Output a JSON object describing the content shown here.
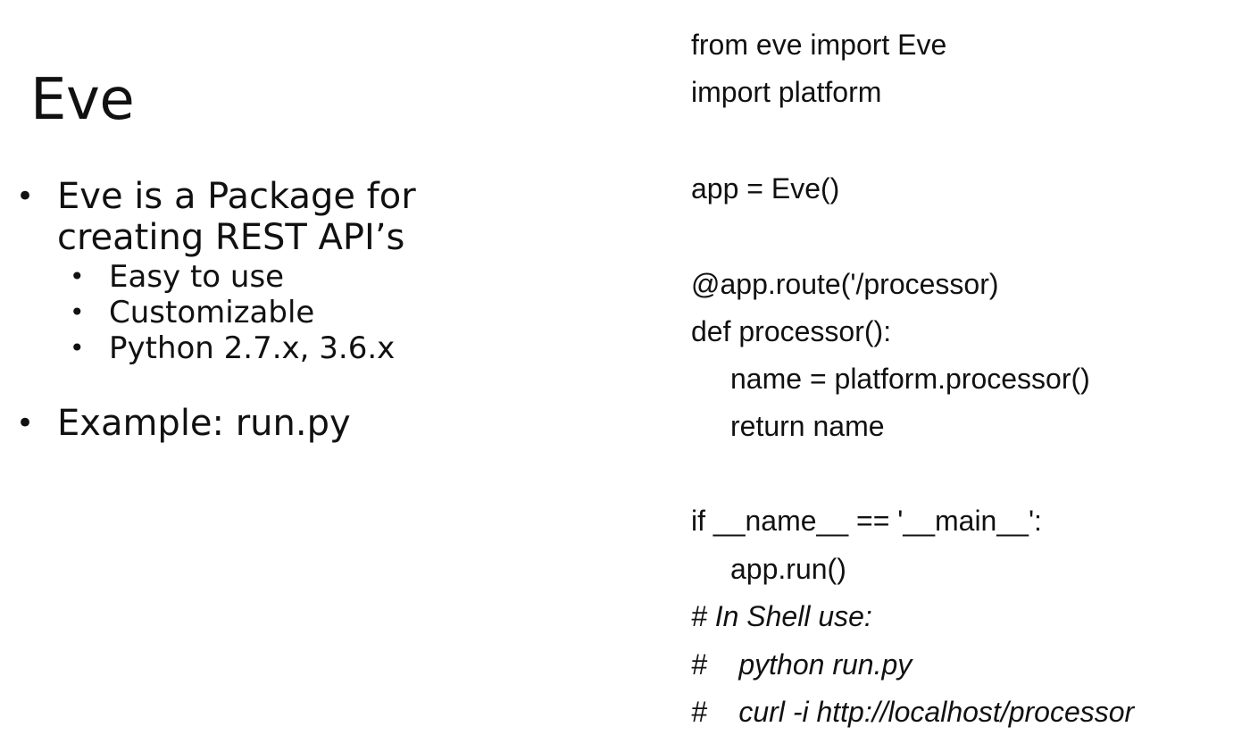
{
  "slide": {
    "title": "Eve",
    "bullets": [
      {
        "text": "Eve is a Package for"
      },
      {
        "text": "creating REST API’s"
      }
    ],
    "sub_bullets": [
      {
        "text": "Easy to use"
      },
      {
        "text": "Customizable"
      },
      {
        "text": "Python 2.7.x, 3.6.x"
      }
    ],
    "example": "Example: run.py"
  },
  "code": {
    "lines": [
      "from eve import Eve",
      "import platform",
      "app = Eve()",
      "@app.route('/processor)",
      "def processor():",
      "name = platform.processor()",
      "return name",
      "if __name__ == '__main__':",
      "app.run()",
      "# In Shell use:",
      "#    python run.py",
      "#    curl -i http://localhost/processor"
    ]
  }
}
